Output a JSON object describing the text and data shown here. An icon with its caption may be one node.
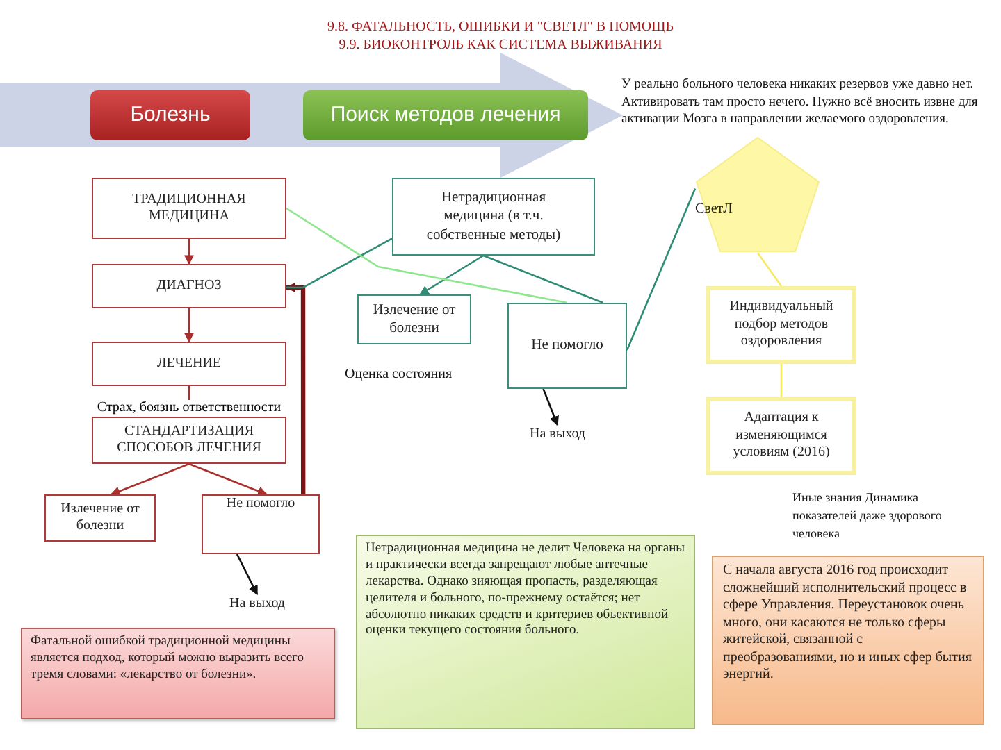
{
  "diagram": {
    "title": "9.8. ФАТАЛЬНОСТЬ, ОШИБКИ И \"СВЕТЛ\" В ПОМОЩЬ",
    "nodes": [
      {
        "text": [
          "Болезнь"
        ]
      },
      {
        "text": [
          "Поиск методов лечения"
        ]
      },
      {
        "text": [
          "ТРАДИЦИОННАЯ МЕДИЦИНА"
        ]
      },
      {
        "text": [
          "Нетрадиционная медицина (в т.ч. собственные методы)"
        ]
      },
      {
        "text": [
          "ДИАГНОЗ"
        ]
      },
      {
        "text": [
          "ЛЕЧЕНИЕ"
        ]
      },
      {
        "text": [
          "СТАНДАРТИЗАЦИЯ СПОСОБОВ ЛЕЧЕНИЯ"
        ]
      },
      {
        "text": [
          "Излечение от болезни"
        ]
      },
      {
        "text": [
          "Не помогло"
        ]
      },
      {
        "text": [
          "На выход"
        ]
      },
      {
        "text": [
          "Фатальной ошибкой традиционной медицины является подход, который можно выразить всего тремя словами: «лекарство от болезни»."
        ]
      },
      {
        "text": [
          "Излечение от болезни"
        ]
      },
      {
        "text": [
          "Не помогло"
        ]
      },
      {
        "text": [
          "На выход"
        ]
      },
      {
        "text": [
          "СветЛ"
        ]
      },
      {
        "text": [
          "Индивидуальный подбор методов оздоровления"
        ]
      },
      {
        "text": [
          "Адаптация к изменяющимся условиям (2016)"
        ]
      },
      {
        "text": [
          "Нетрадиционная медицина не делит Человека на органы и практически всегда запрещают любые аптечные лекарства.   Однако зияющая пропасть, разделяющая целителя и больного, по-прежнему остаётся; нет абсолютно никаких средств и критериев объективной оценки текущего состояния больного."
        ]
      },
      {
        "text": [
          "С начала августа 2016 год происходит сложнейший исполнительский процесс в сфере Управления. Переустановок очень много, они касаются не только сферы житейской, связанной с преобразованиями, но и иных сфер бытия энергий."
        ]
      }
    ],
    "edges": [
      {
        "from": 2,
        "to": 4,
        "arrow": "to"
      },
      {
        "from": 4,
        "to": 5,
        "arrow": "to"
      },
      {
        "from": 5,
        "to": 6,
        "arrow": "none",
        "label": "Страх, боязнь ответственности"
      },
      {
        "from": 6,
        "to": 7,
        "arrow": "to"
      },
      {
        "from": 6,
        "to": 8,
        "arrow": "to"
      },
      {
        "from": 8,
        "to": 4,
        "arrow": "to",
        "style": "thick",
        "color": "#7a1414"
      },
      {
        "from": 8,
        "to": 9,
        "arrow": "to",
        "color": "#111111"
      },
      {
        "from": 3,
        "to": 4,
        "arrow": "none",
        "color": "#2e8b74"
      },
      {
        "from": 3,
        "to": 11,
        "arrow": "to",
        "color": "#2e8b74"
      },
      {
        "from": 3,
        "to": 12,
        "arrow": "none",
        "color": "#2e8b74"
      },
      {
        "from": 12,
        "to": 13,
        "arrow": "to",
        "color": "#111111"
      },
      {
        "from": 12,
        "to": 14,
        "arrow": "none",
        "color": "#2e8b74"
      },
      {
        "from": 2,
        "to": 12,
        "arrow": "none",
        "color": "#8ee68e"
      },
      {
        "from": 14,
        "to": 15,
        "arrow": "none",
        "color": "#f5ea60"
      },
      {
        "from": 15,
        "to": 16,
        "arrow": "none",
        "color": "#f5ea60"
      },
      {
        "from": 0,
        "to": 1,
        "arrow": "to",
        "style": "thick",
        "color": "#cdd3e6"
      }
    ],
    "labels": [
      "9.9. БИОКОНТРОЛЬ КАК СИСТЕМА ВЫЖИВАНИЯ",
      "У реально больного человека никаких резервов уже давно нет. Активировать там просто нечего. Нужно всё вносить извне для активации Мозга в направлении желаемого оздоровления.",
      "Оценка состояния",
      "Иные знания Динамика показателей даже здорового человека"
    ]
  }
}
